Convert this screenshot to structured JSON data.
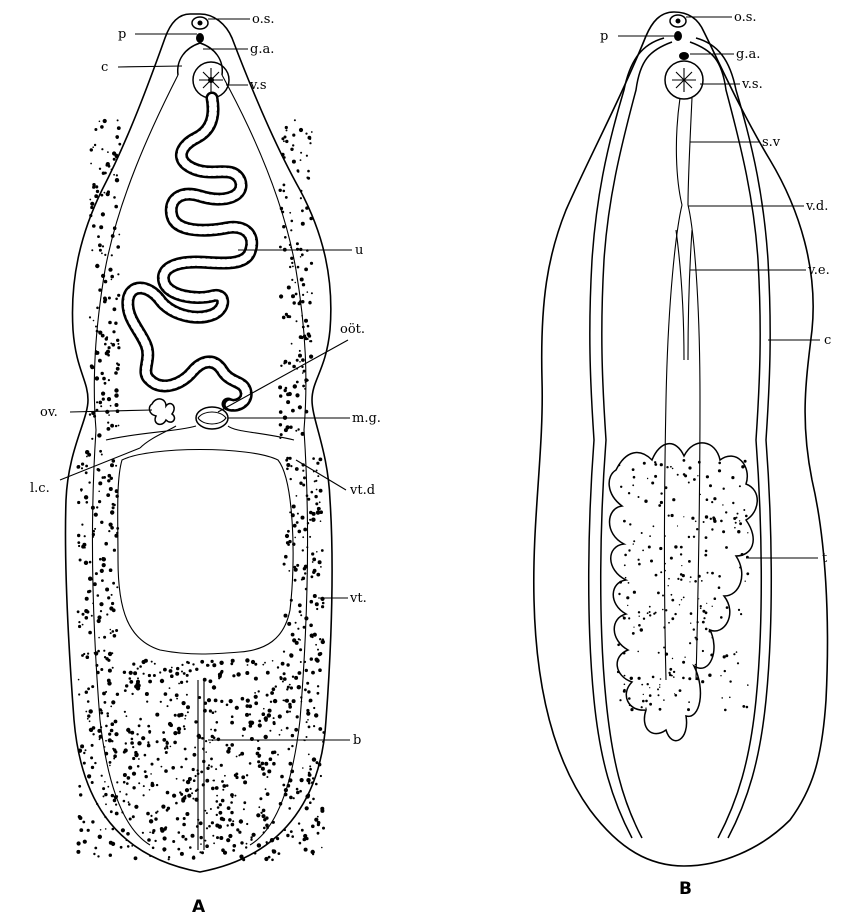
{
  "figure": {
    "panels": [
      {
        "id": "A",
        "panel_label": "A",
        "labels": [
          "o.s.",
          "p",
          "g.a.",
          "c",
          "v.s",
          "u",
          "oöt.",
          "ov.",
          "m.g.",
          "l.c.",
          "vt.d",
          "vt.",
          "b"
        ]
      },
      {
        "id": "B",
        "panel_label": "B",
        "labels": [
          "o.s.",
          "p",
          "g.a.",
          "v.s.",
          "s.v",
          "v.d.",
          "v.e.",
          "c",
          "t"
        ]
      }
    ]
  },
  "colors": {
    "ink": "#000000",
    "paper": "#ffffff"
  }
}
